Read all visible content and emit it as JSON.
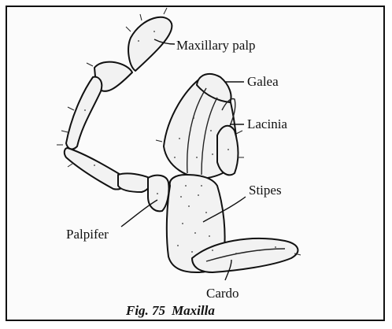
{
  "figure": {
    "caption_number": "Fig. 75",
    "caption_title": "Maxilla"
  },
  "labels": {
    "maxillary_palp": "Maxillary palp",
    "galea": "Galea",
    "lacinia": "Lacinia",
    "stipes": "Stipes",
    "palpifer": "Palpifer",
    "cardo": "Cardo"
  }
}
